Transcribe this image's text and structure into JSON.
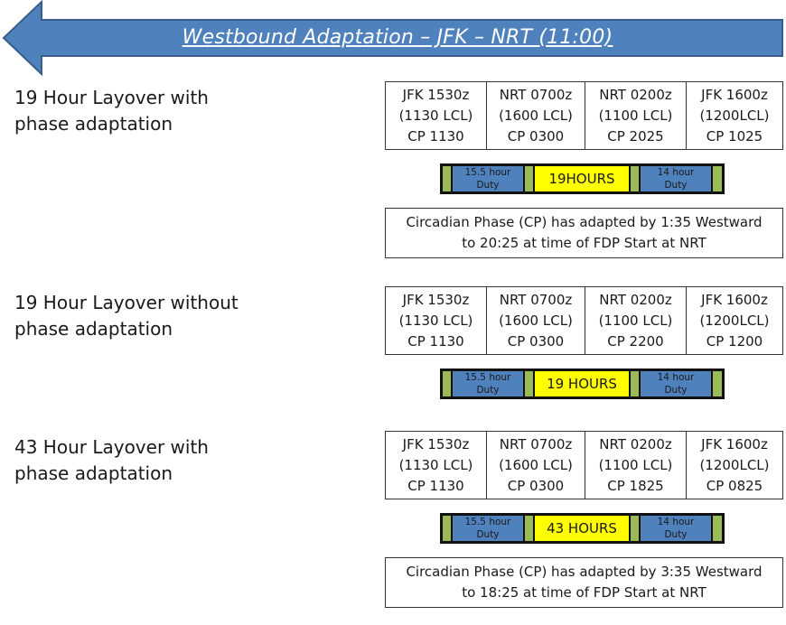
{
  "banner": {
    "title": "Westbound Adaptation – JFK – NRT (11:00)",
    "direction_icon": "left-arrow-icon",
    "fill_color": "#4f81bd",
    "stroke_color": "#385d8a"
  },
  "colors": {
    "duty_blue": "#4f81bd",
    "rest_yellow": "#ffff00",
    "edge_green": "#9bbb59",
    "bar_border": "#111111"
  },
  "scenarios": [
    {
      "label_line1": "19 Hour Layover with",
      "label_line2": "phase adaptation",
      "times": [
        {
          "line1": "JFK 1530z",
          "line2": "(1130 LCL)",
          "line3": "CP 1130"
        },
        {
          "line1": "NRT 0700z",
          "line2": "(1600 LCL)",
          "line3": "CP 0300"
        },
        {
          "line1": "NRT 0200z",
          "line2": "(1100 LCL)",
          "line3": "CP 2025"
        },
        {
          "line1": "JFK 1600z",
          "line2": "(1200LCL)",
          "line3": "CP 1025"
        }
      ],
      "bar": {
        "left_duty_line1": "15.5 hour",
        "left_duty_line2": "Duty",
        "layover": "19HOURS",
        "right_duty_line1": "14 hour",
        "right_duty_line2": "Duty"
      },
      "note_line1": "Circadian Phase (CP)  has adapted by 1:35 Westward",
      "note_line2": "to 20:25 at time of FDP Start at NRT"
    },
    {
      "label_line1": "19 Hour Layover without",
      "label_line2": "phase adaptation",
      "times": [
        {
          "line1": "JFK 1530z",
          "line2": "(1130 LCL)",
          "line3": "CP 1130"
        },
        {
          "line1": "NRT 0700z",
          "line2": "(1600 LCL)",
          "line3": "CP 0300"
        },
        {
          "line1": "NRT 0200z",
          "line2": "(1100 LCL)",
          "line3": "CP 2200"
        },
        {
          "line1": "JFK 1600z",
          "line2": "(1200LCL)",
          "line3": "CP 1200"
        }
      ],
      "bar": {
        "left_duty_line1": "15.5 hour",
        "left_duty_line2": "Duty",
        "layover": "19 HOURS",
        "right_duty_line1": "14 hour",
        "right_duty_line2": "Duty"
      }
    },
    {
      "label_line1": "43 Hour Layover with",
      "label_line2": "phase adaptation",
      "times": [
        {
          "line1": "JFK 1530z",
          "line2": "(1130 LCL)",
          "line3": "CP 1130"
        },
        {
          "line1": "NRT 0700z",
          "line2": "(1600 LCL)",
          "line3": "CP 0300"
        },
        {
          "line1": "NRT 0200z",
          "line2": "(1100 LCL)",
          "line3": "CP 1825"
        },
        {
          "line1": "JFK 1600z",
          "line2": "(1200LCL)",
          "line3": "CP 0825"
        }
      ],
      "bar": {
        "left_duty_line1": "15.5 hour",
        "left_duty_line2": "Duty",
        "layover": "43 HOURS",
        "right_duty_line1": "14 hour",
        "right_duty_line2": "Duty"
      },
      "note_line1": "Circadian Phase (CP)  has adapted by 3:35 Westward",
      "note_line2": "to 18:25  at time of FDP Start at NRT"
    }
  ]
}
